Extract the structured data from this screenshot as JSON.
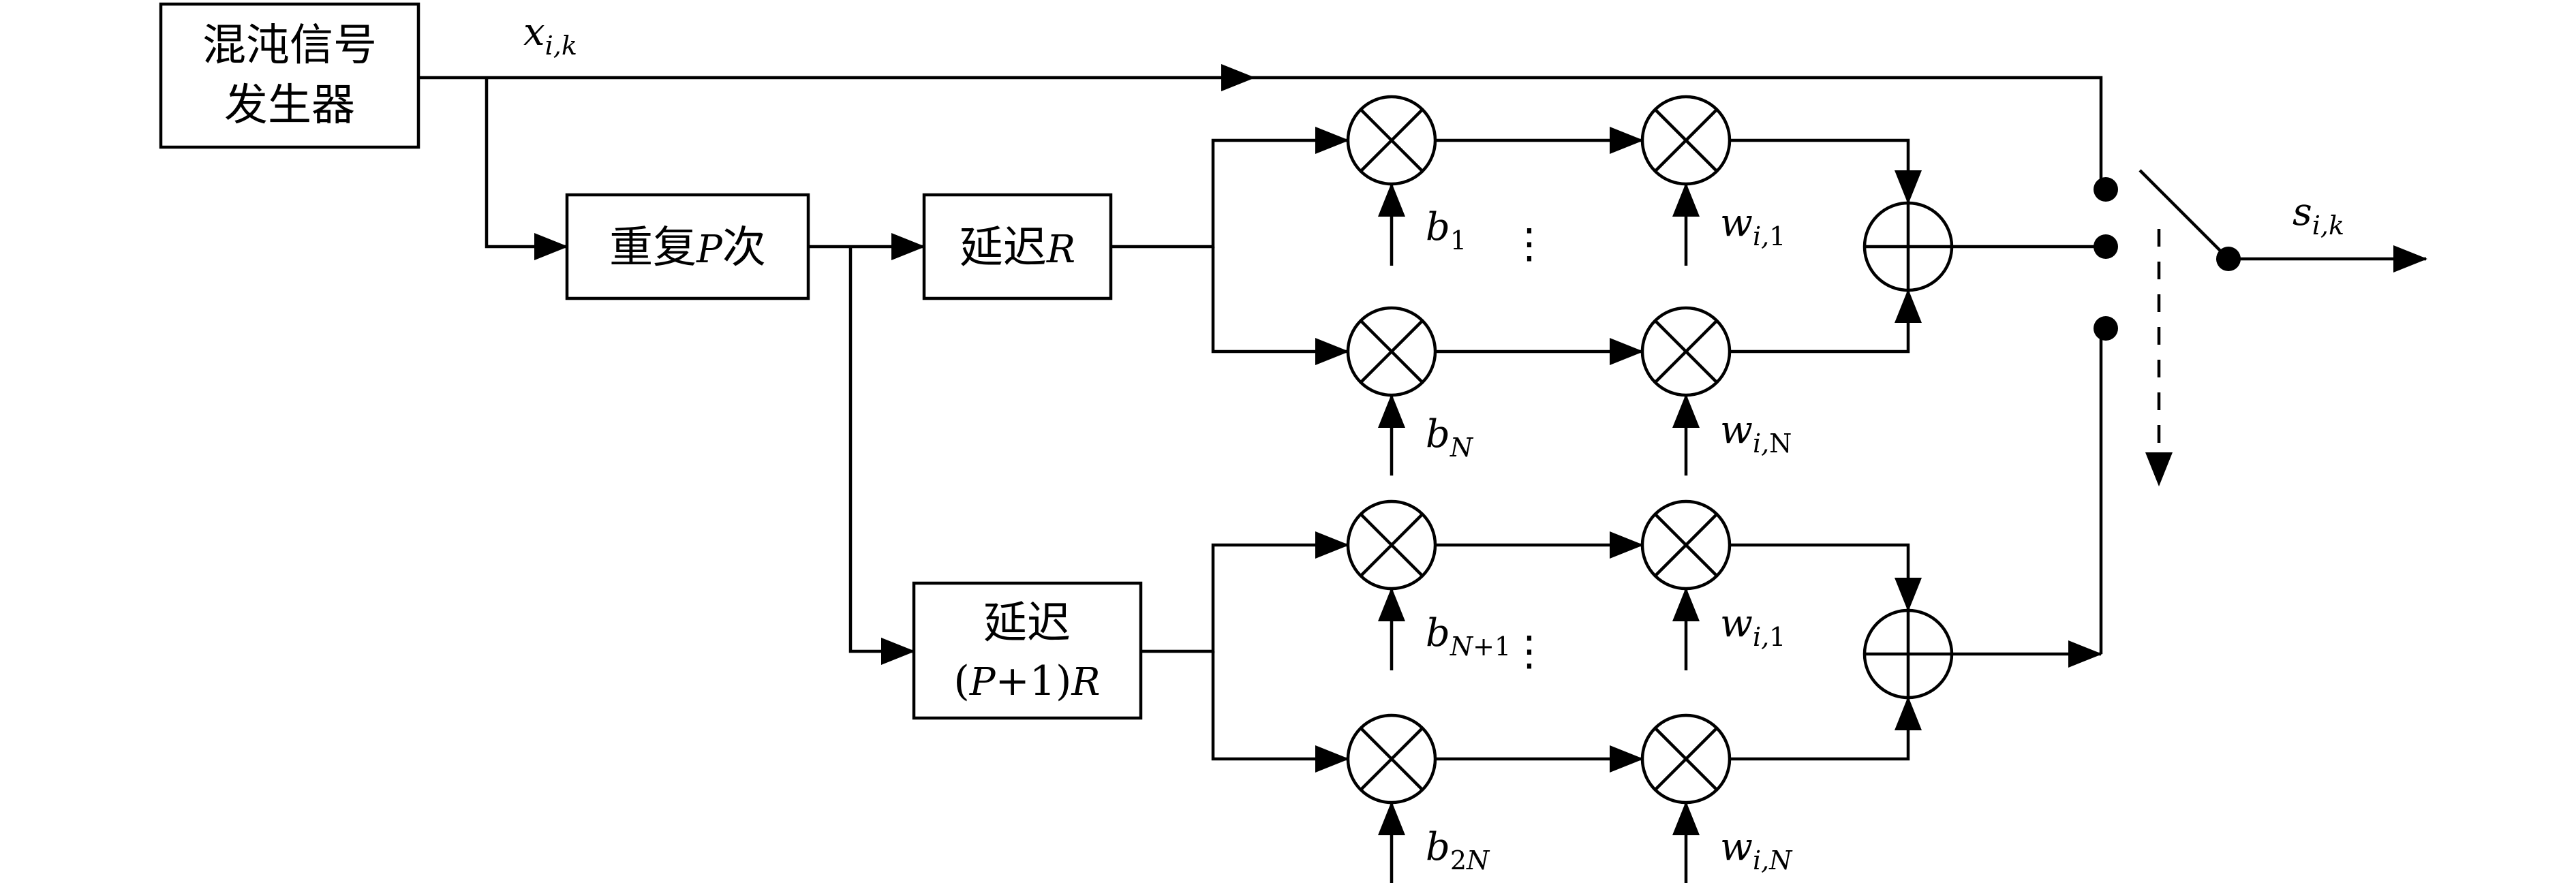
{
  "blocks": {
    "chaos_generator": {
      "line1": "混沌信号",
      "line2": "发生器"
    },
    "repeat": {
      "cjk": "重复",
      "var": "P",
      "suffix": "次"
    },
    "delay_r": {
      "cjk": "延迟",
      "var": "R"
    },
    "delay_p1r": {
      "cjk": "延迟",
      "open": "(",
      "var_p": "P",
      "plus_one": "+1",
      "close": ")",
      "var_r": "R"
    }
  },
  "signals": {
    "input": {
      "base": "x",
      "sub": "i,k"
    },
    "output": {
      "base": "s",
      "sub": "i,k"
    }
  },
  "coefficients": {
    "b1": {
      "base": "b",
      "sub": "1"
    },
    "bN": {
      "base": "b",
      "sub": "N"
    },
    "bN1": {
      "base": "b",
      "sub_var": "N",
      "sub_rest": "+1"
    },
    "b2N": {
      "base": "b",
      "sub_num": "2",
      "sub_var": "N"
    },
    "wi1_top": {
      "base": "w",
      "sub_i": "i,",
      "sub_rest": "1"
    },
    "wiN_top": {
      "base": "w",
      "sub_i": "i,",
      "sub_rest": "N"
    },
    "wi1_bottom": {
      "base": "w",
      "sub_i": "i,",
      "sub_rest": "1"
    },
    "wiN_bottom": {
      "base": "w",
      "sub_i": "i,",
      "sub_rest": "N"
    }
  },
  "ellipsis": "⋮"
}
